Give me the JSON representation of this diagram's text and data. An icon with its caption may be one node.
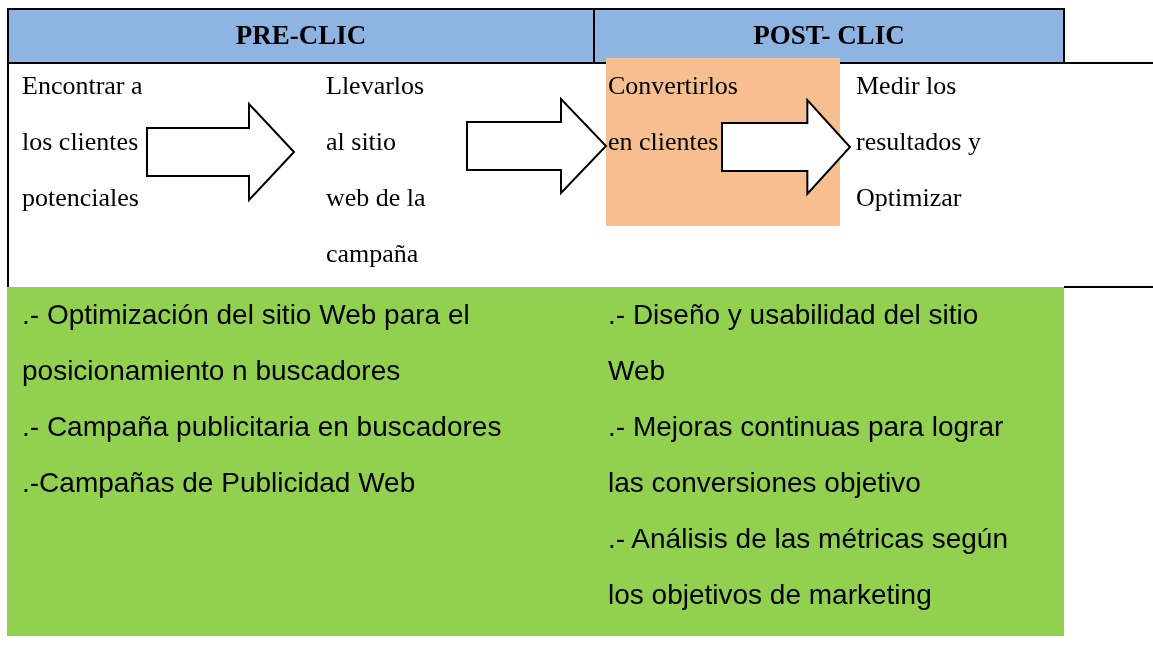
{
  "diagram": {
    "nodes": [
      {
        "text": [
          "PRE-CLIC"
        ]
      },
      {
        "text": [
          "POST- CLIC"
        ]
      },
      {
        "text": [
          "Encontrar a los clientes potenciales"
        ]
      },
      {
        "text": [
          "Llevarlos al sitio web de la campaña"
        ]
      },
      {
        "text": [
          "Convertirlos en clientes"
        ]
      },
      {
        "text": [
          "Medir los resultados y Optimizar"
        ]
      },
      {
        "text": [
          ".- Optimización del sitio Web para el posicionamiento n buscadores",
          ".- Campaña publicitaria en buscadores",
          ".-Campañas de Publicidad Web"
        ]
      },
      {
        "text": [
          ".- Diseño y usabilidad del sitio Web",
          ".- Mejoras continuas para lograr las conversiones objetivo",
          ".- Análisis de las métricas según los objetivos de marketing"
        ]
      }
    ],
    "edges": [
      {
        "from": 2,
        "to": 3,
        "arrow": "to"
      },
      {
        "from": 3,
        "to": 4,
        "arrow": "to"
      },
      {
        "from": 4,
        "to": 5,
        "arrow": "to"
      }
    ]
  }
}
